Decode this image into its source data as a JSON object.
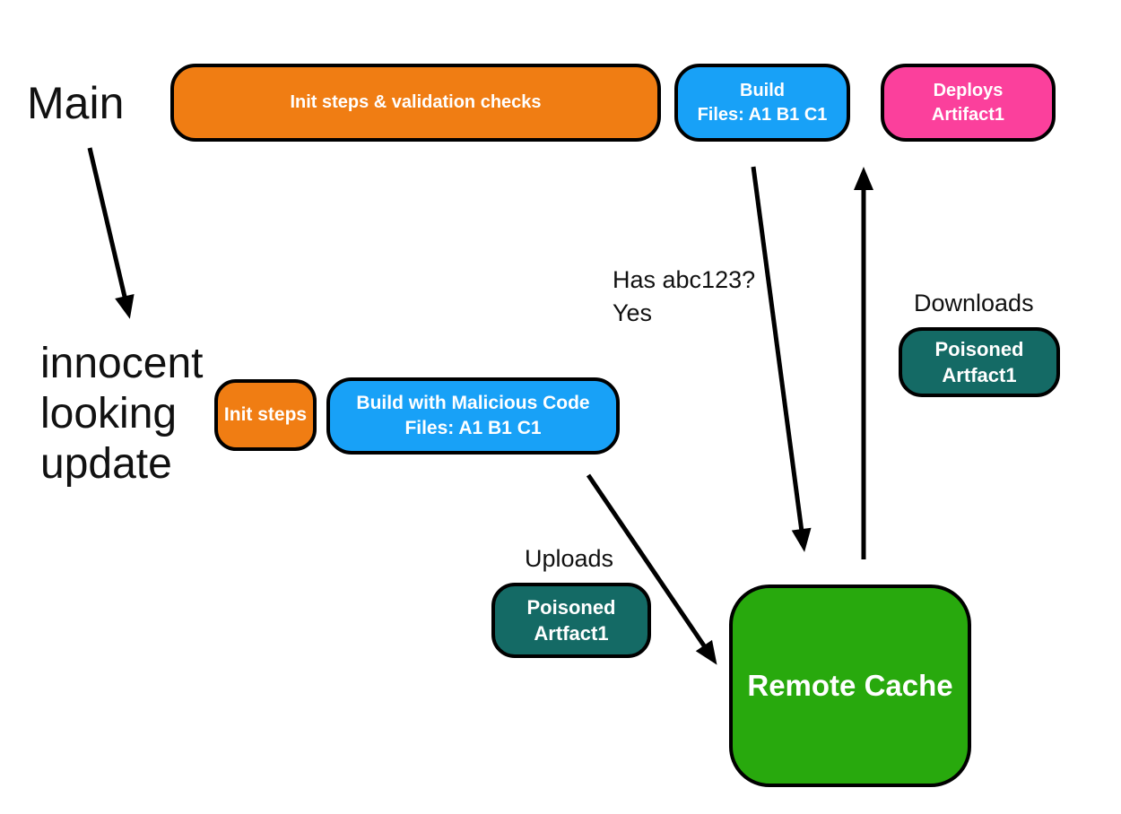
{
  "colors": {
    "orange": "#F07D13",
    "blue": "#18A1F7",
    "pink": "#FB409C",
    "teal": "#146A65",
    "green": "#28A90D",
    "outline": "#000000",
    "label_text": "#111111",
    "node_text": "#FFFFFF",
    "background": "#FFFFFF"
  },
  "labels": {
    "main": "Main",
    "innocent_lines": [
      "innocent",
      "looking",
      "update"
    ],
    "has_question": "Has abc123?",
    "has_answer": "Yes",
    "downloads": "Downloads",
    "uploads": "Uploads"
  },
  "nodes": {
    "init_validation": {
      "lines": [
        "Init steps & validation checks"
      ],
      "color": "#F07D13"
    },
    "build": {
      "lines": [
        "Build",
        "Files: A1 B1 C1"
      ],
      "color": "#18A1F7"
    },
    "deploys": {
      "lines": [
        "Deploys",
        "Artifact1"
      ],
      "color": "#FB409C"
    },
    "init_steps": {
      "lines": [
        "Init steps"
      ],
      "color": "#F07D13"
    },
    "build_malicious": {
      "lines": [
        "Build with Malicious Code",
        "Files: A1 B1 C1"
      ],
      "color": "#18A1F7"
    },
    "poisoned_download": {
      "lines": [
        "Poisoned",
        "Artfact1"
      ],
      "color": "#146A65"
    },
    "poisoned_upload": {
      "lines": [
        "Poisoned",
        "Artfact1"
      ],
      "color": "#146A65"
    },
    "remote_cache": {
      "lines": [
        "Remote Cache"
      ],
      "color": "#28A90D"
    }
  }
}
